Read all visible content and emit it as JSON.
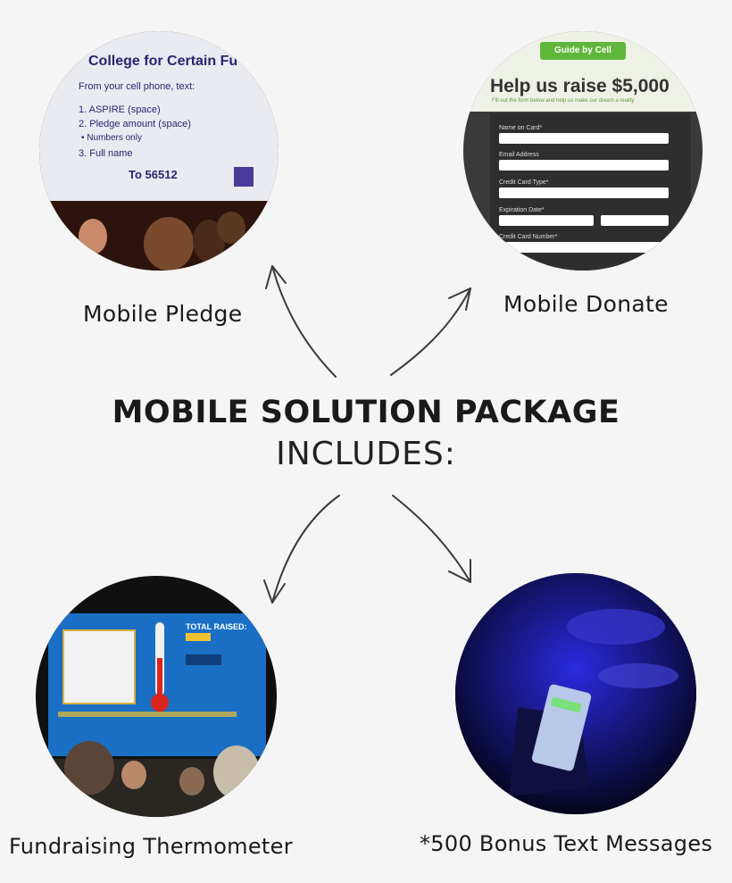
{
  "title": {
    "main": "MOBILE SOLUTION PACKAGE",
    "sub": "INCLUDES:"
  },
  "features": {
    "pledge": {
      "label": "Mobile Pledge",
      "slide": {
        "heading": "College for Certain Fu",
        "intro": "From your cell phone, text:",
        "steps": [
          "1.   ASPIRE (space)",
          "2.   Pledge amount (space)",
          "•        Numbers only",
          "3.   Full name"
        ],
        "target": "To 56512"
      }
    },
    "donate": {
      "label": "Mobile Donate",
      "form": {
        "brand": "Guide by Cell",
        "heading": "Help us raise $5,000",
        "subheading": "Fill out the form below and help us make our dream a reality",
        "fields": [
          "Name on Card*",
          "Email Address",
          "Credit Card Type*",
          "Expiration Date*",
          "Credit Card Number*"
        ]
      }
    },
    "thermometer": {
      "label": "Fundraising Thermometer",
      "slide": {
        "total_label": "TOTAL RAISED:"
      }
    },
    "text_messages": {
      "label": "*500 Bonus Text Messages"
    }
  },
  "colors": {
    "background": "#f5f5f5",
    "text": "#1a1a1a",
    "arrow": "#3a3a3a",
    "slide_blue": "#1a6fc4",
    "donate_green": "#5fb63a"
  }
}
